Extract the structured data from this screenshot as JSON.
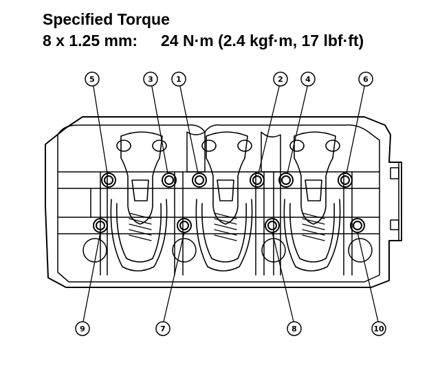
{
  "header": {
    "title": "Specified Torque",
    "bolt_size": "8 x 1.25 mm:",
    "torque_value": "24 N·m (2.4 kgf·m, 17 lbf·ft)"
  },
  "callouts": {
    "top": [
      "5",
      "3",
      "1",
      "2",
      "4",
      "6"
    ],
    "bottom": [
      "9",
      "7",
      "8",
      "10"
    ]
  },
  "colors": {
    "ink": "#000000",
    "paper": "#ffffff"
  }
}
